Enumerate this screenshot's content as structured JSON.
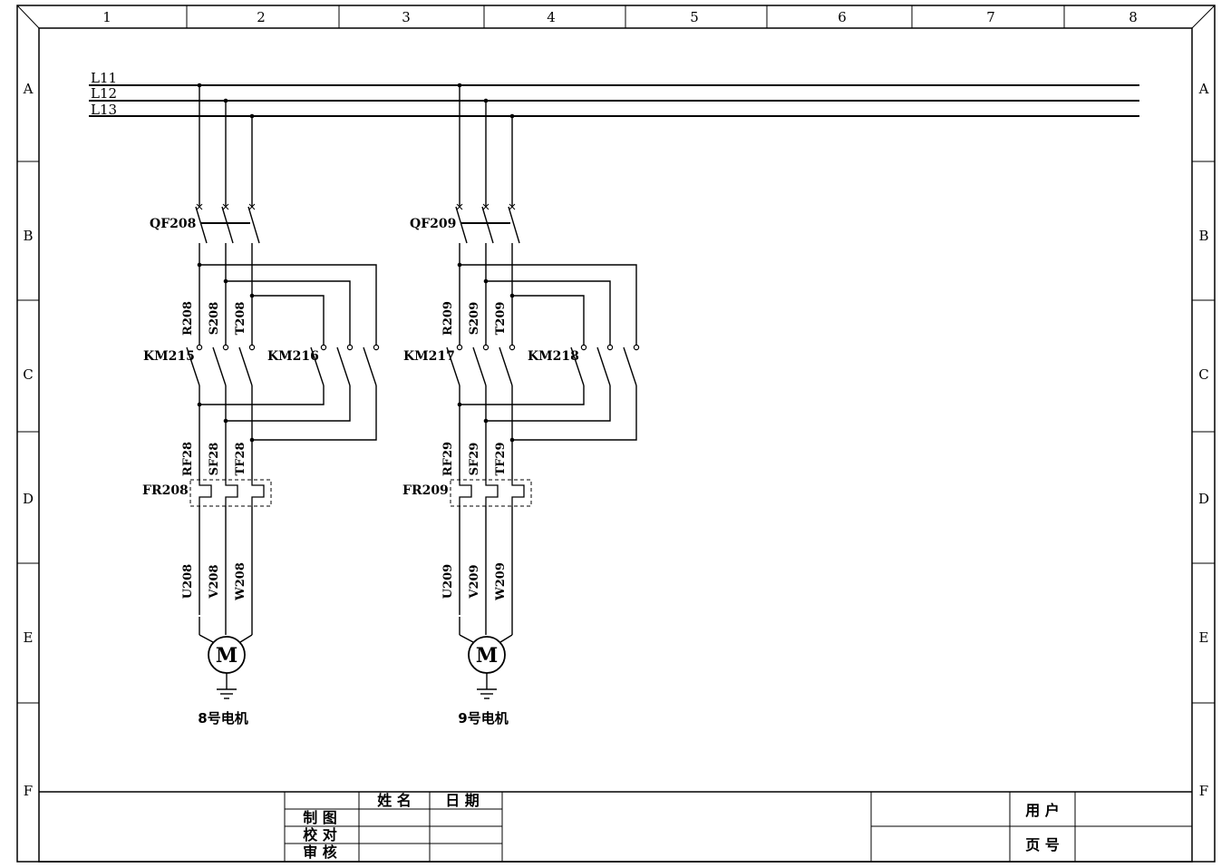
{
  "sheet": {
    "columns": [
      "1",
      "2",
      "3",
      "4",
      "5",
      "6",
      "7",
      "8"
    ],
    "rows": [
      "A",
      "B",
      "C",
      "D",
      "E",
      "F"
    ]
  },
  "bus": [
    "L11",
    "L12",
    "L13"
  ],
  "circuits": [
    {
      "breaker": "QF208",
      "phase_labels": [
        "R208",
        "S208",
        "T208"
      ],
      "contactor_a": "KM215",
      "contactor_b": "KM216",
      "relay_labels": [
        "RF28",
        "SF28",
        "TF28"
      ],
      "relay": "FR208",
      "motor_labels": [
        "U208",
        "V208",
        "W208"
      ],
      "motor_symbol": "M",
      "caption": "8号电机"
    },
    {
      "breaker": "QF209",
      "phase_labels": [
        "R209",
        "S209",
        "T209"
      ],
      "contactor_a": "KM217",
      "contactor_b": "KM218",
      "relay_labels": [
        "RF29",
        "SF29",
        "TF29"
      ],
      "relay": "FR209",
      "motor_labels": [
        "U209",
        "V209",
        "W209"
      ],
      "motor_symbol": "M",
      "caption": "9号电机"
    }
  ],
  "title_block": {
    "col_name": "姓 名",
    "col_date": "日 期",
    "row_draw": "制 图",
    "row_check": "校 对",
    "row_review": "审 核",
    "user": "用 户",
    "page": "页 号"
  }
}
